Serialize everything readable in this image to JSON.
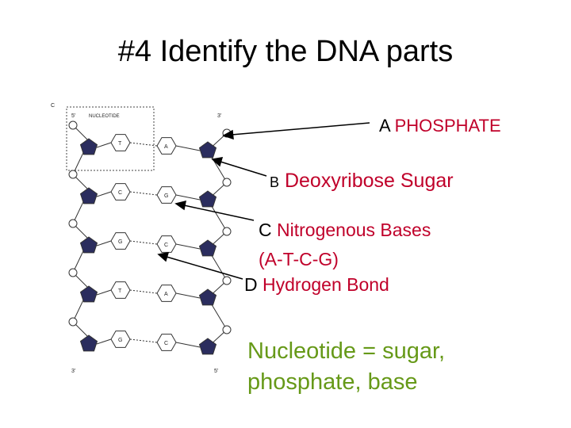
{
  "slide": {
    "title": "#4 Identify the DNA parts"
  },
  "figure": {
    "box_label": "NUCLEOTIDE",
    "corner_label": "C",
    "strand_labels": {
      "top_left": "5'",
      "top_right": "3'",
      "bottom_left": "3'",
      "bottom_right": "5'"
    },
    "base_pairs": [
      {
        "left": "T",
        "right": "A"
      },
      {
        "left": "C",
        "right": "G"
      },
      {
        "left": "G",
        "right": "C"
      },
      {
        "left": "T",
        "right": "A"
      },
      {
        "left": "G",
        "right": "C"
      }
    ],
    "colors": {
      "sugar": "#2b2d5e",
      "line": "#333333"
    }
  },
  "labels": {
    "a": {
      "letter": "A",
      "term": "PHOSPHATE"
    },
    "b": {
      "letter": "B",
      "term": "Deoxyribose Sugar"
    },
    "c": {
      "letter": "C",
      "term": "Nitrogenous Bases",
      "detail": "(A-T-C-G)"
    },
    "d": {
      "letter": "D",
      "term": "Hydrogen Bond"
    }
  },
  "summary": {
    "line1": "Nucleotide = sugar,",
    "line2": "phosphate, base"
  },
  "colors": {
    "term": "#c0002a",
    "summary": "#669918"
  }
}
